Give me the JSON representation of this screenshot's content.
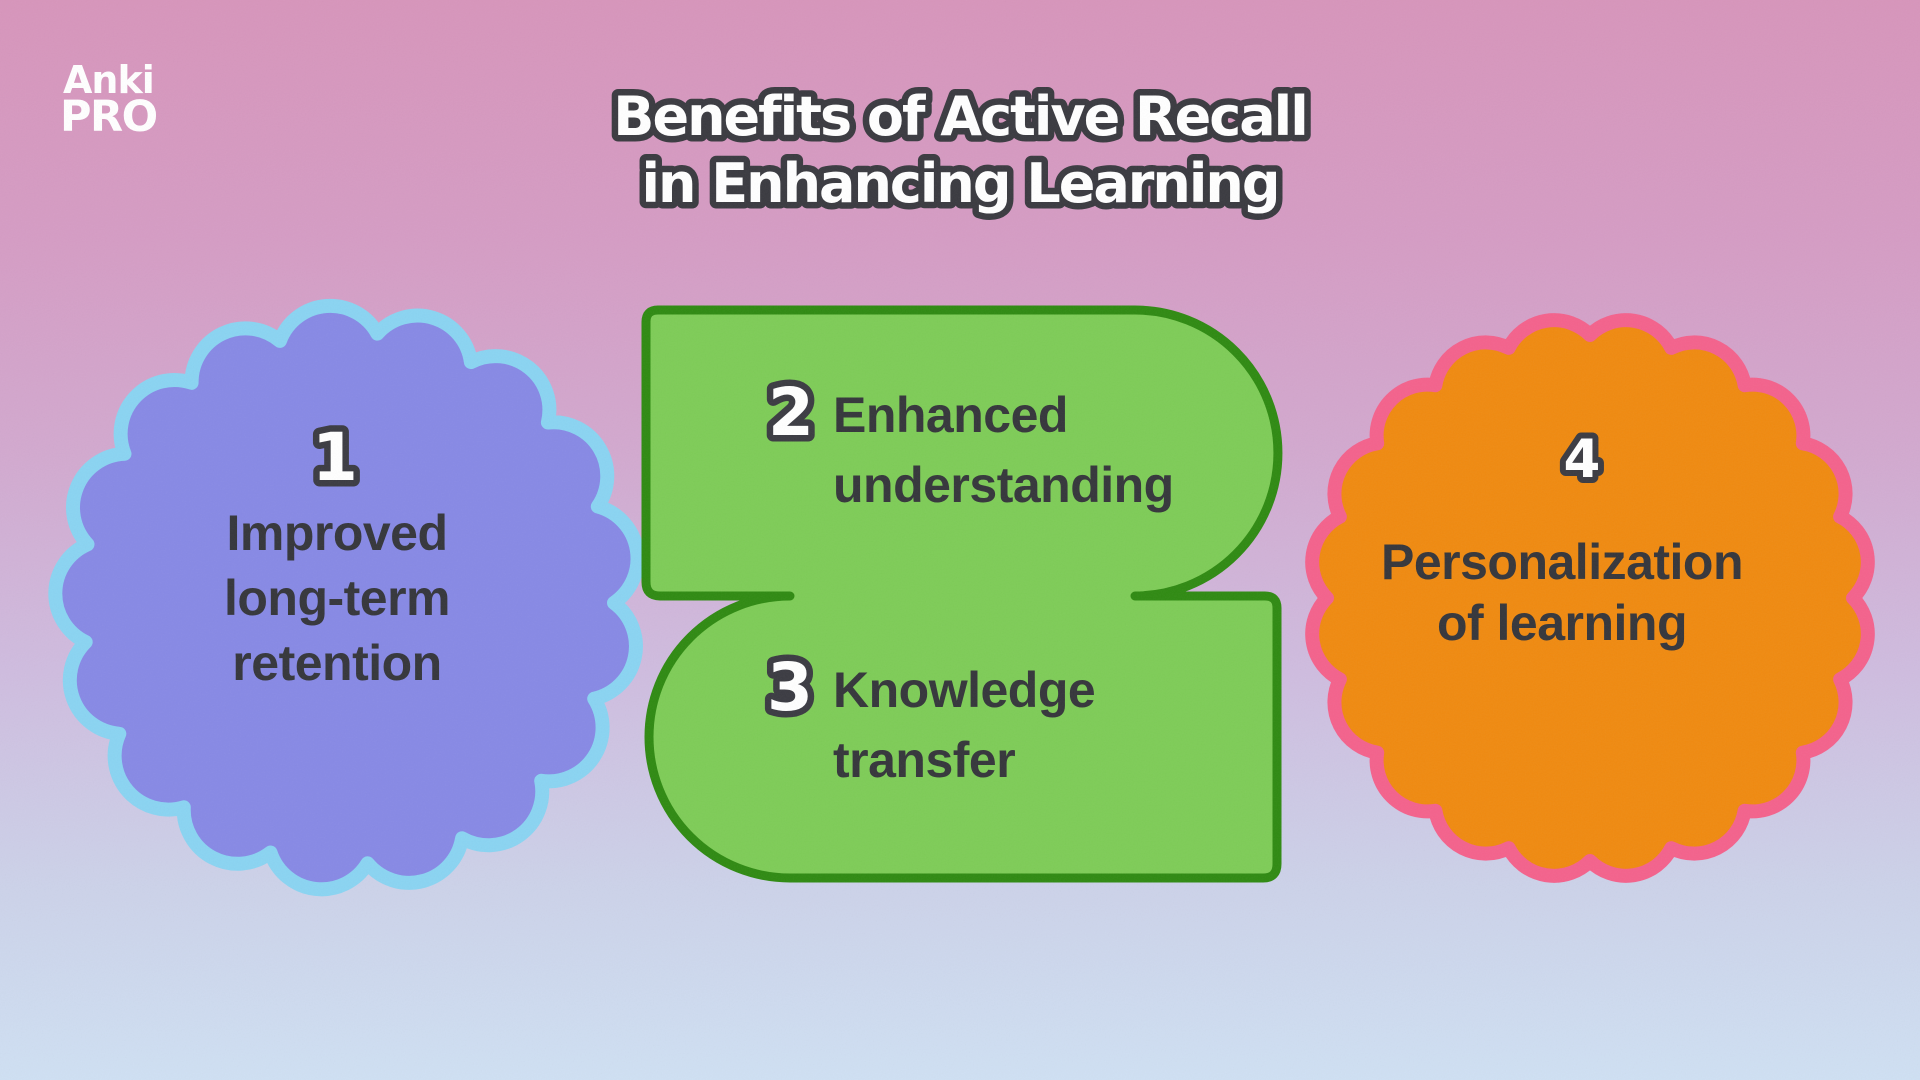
{
  "logo": {
    "line1": "Anki",
    "line2": "PRO"
  },
  "title": {
    "line1": "Benefits of Active Recall",
    "line2": "in Enhancing Learning",
    "fill_color": "#FFFFFF",
    "outline_color": "#3A3A40"
  },
  "items": [
    {
      "number": "1",
      "lines": [
        "Improved",
        "long-term",
        "retention"
      ],
      "shape": "scalloped-circle",
      "fill_color": "#8789E5",
      "border_color": "#8AD4F2"
    },
    {
      "number": "2",
      "lines": [
        "Enhanced",
        "understanding"
      ],
      "shape": "s-banner",
      "fill_color": "#7ECC57",
      "border_color": "#2F8A12"
    },
    {
      "number": "3",
      "lines": [
        "Knowledge",
        "transfer"
      ],
      "shape": "s-banner",
      "fill_color": "#7ECC57",
      "border_color": "#2F8A12"
    },
    {
      "number": "4",
      "lines": [
        "Personalization",
        "of learning"
      ],
      "shape": "scalloped-circle",
      "fill_color": "#F08A10",
      "border_color": "#F4628C"
    }
  ],
  "colors": {
    "background_top": "#D795BB",
    "background_middle": "#D0AED6",
    "background_bottom": "#CFE0F3",
    "body_text": "#35363B",
    "number_fill": "#FFFFFF",
    "number_outline": "#3B3B42",
    "logo_text": "#FFFFFF"
  }
}
